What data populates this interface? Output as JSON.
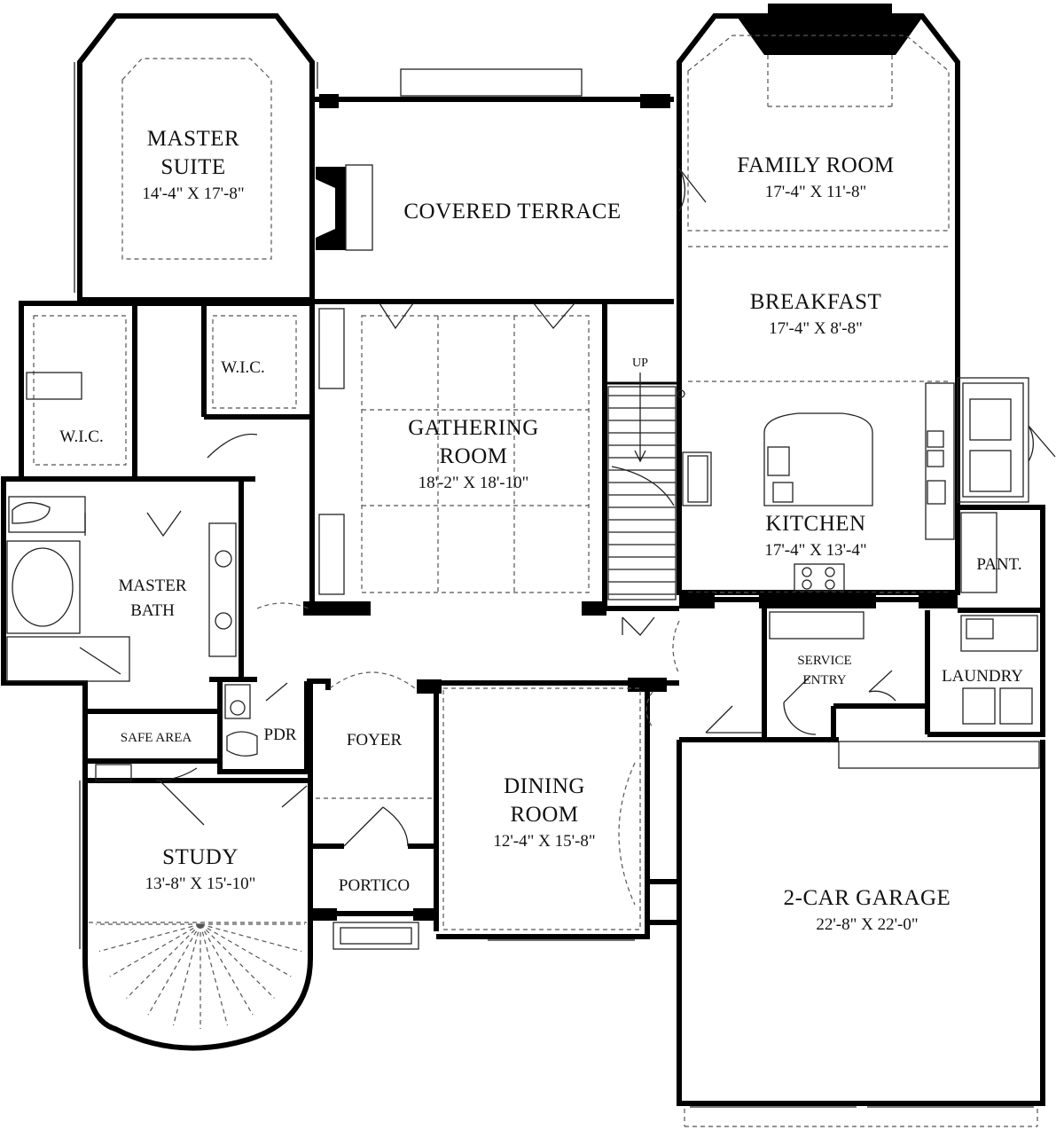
{
  "rooms": {
    "master_suite": {
      "name_line1": "MASTER",
      "name_line2": "SUITE",
      "dims": "14'-4\" X 17'-8\""
    },
    "covered_terrace": {
      "name": "COVERED TERRACE"
    },
    "family_room": {
      "name": "FAMILY ROOM",
      "dims": "17'-4\" X 11'-8\""
    },
    "breakfast": {
      "name": "BREAKFAST",
      "dims": "17'-4\" X 8'-8\""
    },
    "wic_right": {
      "name": "W.I.C."
    },
    "wic_left": {
      "name": "W.I.C."
    },
    "gathering_room": {
      "name_line1": "GATHERING",
      "name_line2": "ROOM",
      "dims": "18'-2\" X 18'-10\""
    },
    "up": {
      "name": "UP"
    },
    "kitchen": {
      "name": "KITCHEN",
      "dims": "17'-4\" X 13'-4\""
    },
    "pantry": {
      "name": "PANT."
    },
    "master_bath": {
      "name_line1": "MASTER",
      "name_line2": "BATH"
    },
    "service_entry": {
      "name_line1": "SERVICE",
      "name_line2": "ENTRY"
    },
    "laundry": {
      "name": "LAUNDRY"
    },
    "safe_area": {
      "name": "SAFE AREA"
    },
    "pdr": {
      "name": "PDR"
    },
    "foyer": {
      "name": "FOYER"
    },
    "dining_room": {
      "name_line1": "DINING",
      "name_line2": "ROOM",
      "dims": "12'-4\" X 15'-8\""
    },
    "study": {
      "name": "STUDY",
      "dims": "13'-8\" X 15'-10\""
    },
    "portico": {
      "name": "PORTICO"
    },
    "garage": {
      "name": "2-CAR GARAGE",
      "dims": "22'-8\" X 22'-0\""
    }
  }
}
